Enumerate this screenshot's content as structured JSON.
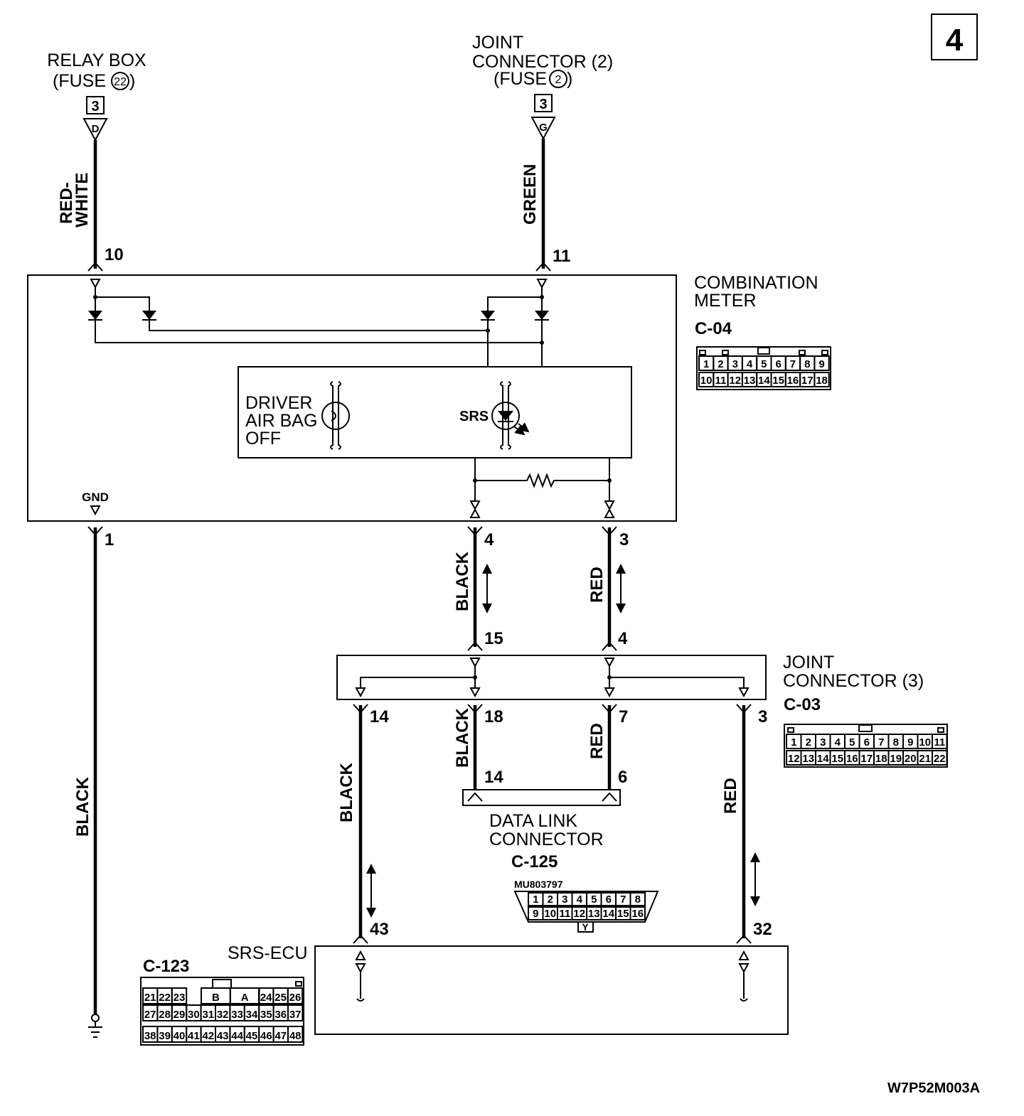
{
  "page_number": "4",
  "footer_code": "W7P52M003A",
  "relay_box": {
    "line1": "RELAY BOX",
    "fuse_prefix": "(FUSE",
    "fuse_num": "22",
    "fuse_suffix": ")",
    "page_ref": "3",
    "terminal": "D",
    "wire_color_1": "RED-",
    "wire_color_2": "WHITE",
    "pin": "10"
  },
  "joint_connector_2": {
    "line1": "JOINT",
    "line2": "CONNECTOR (2)",
    "fuse_prefix": "(FUSE",
    "fuse_num": "2",
    "fuse_suffix": ")",
    "page_ref": "3",
    "terminal": "G",
    "wire_color": "GREEN",
    "pin": "11"
  },
  "combination_meter": {
    "line1": "COMBINATION",
    "line2": "METER",
    "code": "C-04",
    "gnd_label": "GND",
    "gnd_pin": "1",
    "lamp_driver_1": "DRIVER",
    "lamp_driver_2": "AIR BAG",
    "lamp_driver_3": "OFF",
    "lamp_srs": "SRS",
    "pin_black": "4",
    "pin_red": "3",
    "connector_row1": [
      "1",
      "2",
      "3",
      "4",
      "5",
      "6",
      "7",
      "8",
      "9"
    ],
    "connector_row2": [
      "10",
      "11",
      "12",
      "13",
      "14",
      "15",
      "16",
      "17",
      "18"
    ]
  },
  "ground_wire": {
    "color": "BLACK"
  },
  "meter_to_jc3": {
    "black_color": "BLACK",
    "red_color": "RED",
    "pin_black": "15",
    "pin_red": "4"
  },
  "joint_connector_3": {
    "line1": "JOINT",
    "line2": "CONNECTOR (3)",
    "code": "C-03",
    "pin_left": "14",
    "pin_black": "18",
    "pin_red": "7",
    "pin_right": "3",
    "connector_row1": [
      "1",
      "2",
      "3",
      "4",
      "5",
      "6",
      "7",
      "8",
      "9",
      "10",
      "11"
    ],
    "connector_row2": [
      "12",
      "13",
      "14",
      "15",
      "16",
      "17",
      "18",
      "19",
      "20",
      "21",
      "22"
    ]
  },
  "data_link": {
    "line1": "DATA LINK",
    "line2": "CONNECTOR",
    "code": "C-125",
    "part_no": "MU803797",
    "pin_black": "14",
    "pin_red": "6",
    "black_color": "BLACK",
    "red_color": "RED",
    "key": "Y",
    "connector_row1": [
      "1",
      "2",
      "3",
      "4",
      "5",
      "6",
      "7",
      "8"
    ],
    "connector_row2": [
      "9",
      "10",
      "11",
      "12",
      "13",
      "14",
      "15",
      "16"
    ]
  },
  "srs_ecu": {
    "title": "SRS-ECU",
    "code": "C-123",
    "left_color": "BLACK",
    "right_color": "RED",
    "pin_left": "43",
    "pin_right": "32",
    "row1_left": [
      "21",
      "22",
      "23"
    ],
    "row1_mid": [
      "B",
      "A"
    ],
    "row1_right": [
      "24",
      "25",
      "26"
    ],
    "row2": [
      "27",
      "28",
      "29",
      "30",
      "31",
      "32",
      "33",
      "34",
      "35",
      "36",
      "37"
    ],
    "row3": [
      "38",
      "39",
      "40",
      "41",
      "42",
      "43",
      "44",
      "45",
      "46",
      "47",
      "48"
    ]
  }
}
